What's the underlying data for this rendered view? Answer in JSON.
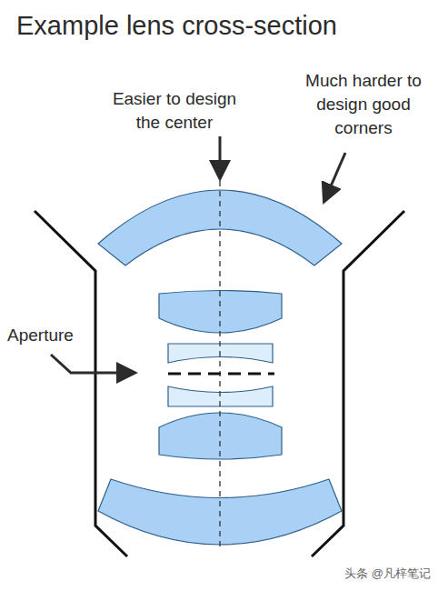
{
  "diagram": {
    "title": "Example lens cross-section",
    "labels": [
      "Easier to design the center",
      "Much harder to design good corners",
      "Aperture",
      "头条 @凡梓笔记"
    ]
  }
}
